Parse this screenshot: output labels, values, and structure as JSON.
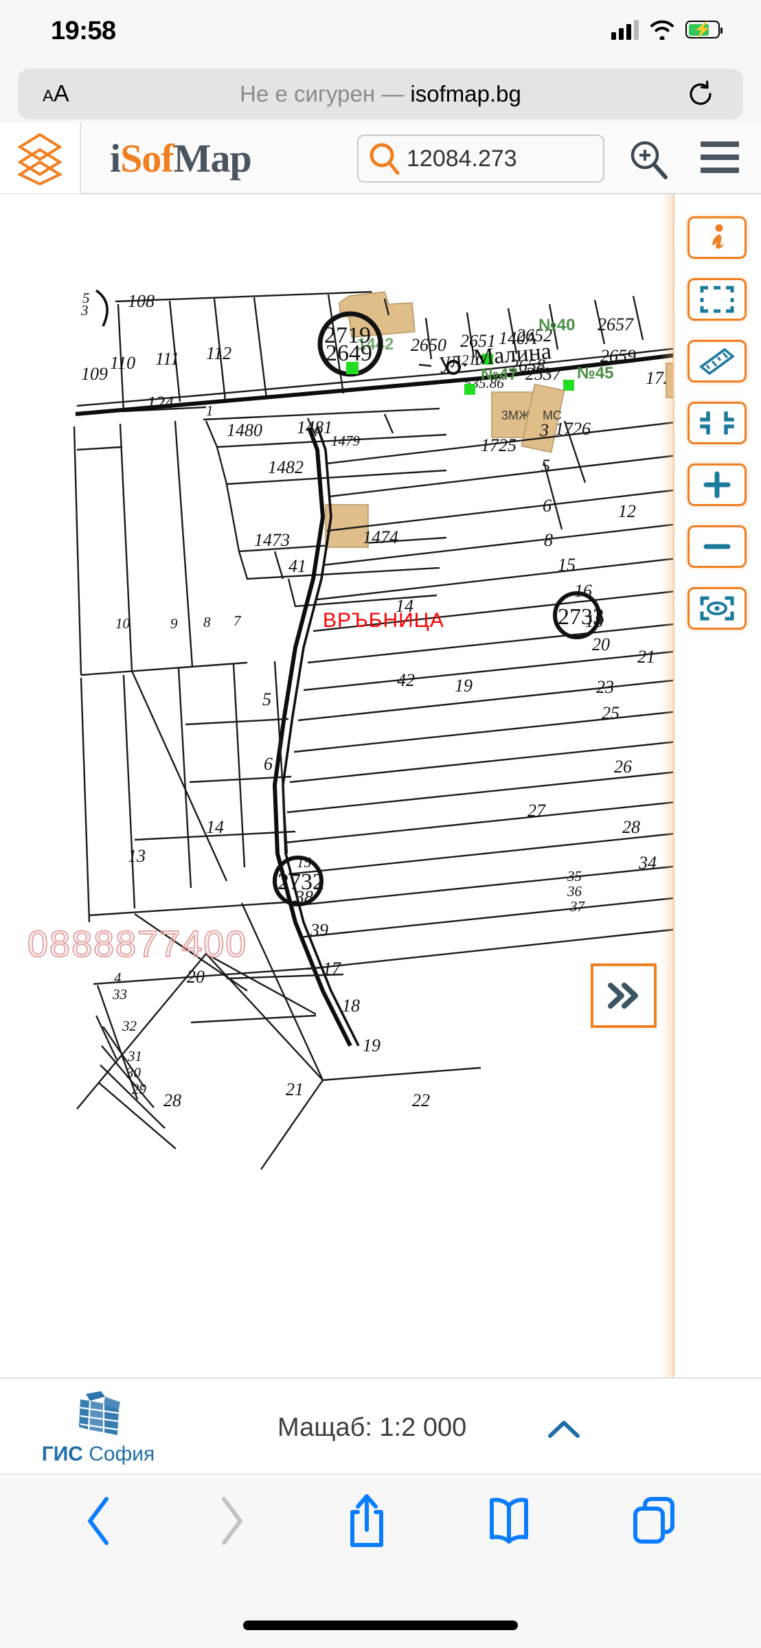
{
  "status_bar": {
    "time": "19:58",
    "signal_icon": "cellular-signal-icon",
    "wifi_icon": "wifi-icon",
    "battery_icon": "battery-charging-icon"
  },
  "browser": {
    "aa_button_label": "AA",
    "security_label": "Не е сигурен",
    "separator": "—",
    "domain": "isofmap.bg",
    "reload_icon": "reload-icon",
    "bottom_toolbar": {
      "back_icon": "back-chevron-icon",
      "forward_icon": "forward-chevron-icon",
      "share_icon": "share-icon",
      "bookmarks_icon": "bookmarks-book-icon",
      "tabs_icon": "tabs-icon"
    }
  },
  "app_header": {
    "layers_icon": "layers-icon",
    "brand": {
      "i": "i",
      "s": "S",
      "o": "o",
      "f": "f",
      "map": "Map"
    },
    "search": {
      "icon": "search-magnifier-icon",
      "value": "12084.273",
      "placeholder": "12084.273"
    },
    "zoom_search_icon": "zoom-in-magnifier-icon",
    "menu_icon": "hamburger-menu-icon"
  },
  "toolbar": {
    "buttons": [
      {
        "name": "info-button",
        "icon": "info-i-icon",
        "color": "#f07f22"
      },
      {
        "name": "select-area-button",
        "icon": "dashed-rectangle-icon",
        "color": "#1b7a9b"
      },
      {
        "name": "measure-button",
        "icon": "ruler-icon",
        "color": "#1b7a9b"
      },
      {
        "name": "fit-extent-button",
        "icon": "fit-corners-icon",
        "color": "#1b7a9b"
      },
      {
        "name": "zoom-in-button",
        "icon": "plus-icon",
        "color": "#1b7a9b"
      },
      {
        "name": "zoom-out-button",
        "icon": "minus-icon",
        "color": "#1b7a9b"
      },
      {
        "name": "locate-button",
        "icon": "target-eye-icon",
        "color": "#1b7a9b"
      }
    ],
    "accent_color": "#f07f22",
    "icon_color": "#1b7a9b"
  },
  "map_panel": {
    "expander_icon": "double-chevron-right-icon",
    "district_label": "ВРЪБНИЦА",
    "district_color": "#ff0000",
    "street_label": "ул. Малина",
    "watermark_phone": "0888877400",
    "watermark_color": "#e8a0a0",
    "elevation_label": "535.86",
    "address_markers": [
      {
        "label": "№40",
        "color": "#4a8f42"
      },
      {
        "label": "№45",
        "color": "#4a8f42"
      },
      {
        "label": "№47",
        "color": "#4a8f42"
      }
    ],
    "green_marker_color": "#22dd22",
    "building_color": "#dfbe8a",
    "building_labels": [
      "3МЖ",
      "МС"
    ],
    "circled_markers": [
      {
        "label": "2719",
        "sub": "2649"
      },
      {
        "label": "2732",
        "sub": ""
      },
      {
        "label": "2733",
        "sub": ""
      }
    ],
    "green_code": "1442",
    "parcel_numbers": [
      "108",
      "109",
      "110",
      "111",
      "112",
      "124",
      "1",
      "1480",
      "1481",
      "1479",
      "1482",
      "1473",
      "1474",
      "41",
      "2650",
      "2651",
      "2652",
      "2657",
      "2658",
      "2659",
      "2537",
      "1725",
      "1726",
      "1721",
      "210",
      "140A",
      "3",
      "5",
      "6",
      "7",
      "8",
      "9",
      "10",
      "12",
      "13",
      "14",
      "15",
      "16",
      "17",
      "18",
      "19",
      "20",
      "21",
      "22",
      "23",
      "25",
      "26",
      "27",
      "28",
      "29",
      "30",
      "31",
      "32",
      "33",
      "34",
      "35",
      "36",
      "37",
      "38",
      "39",
      "42",
      "4"
    ]
  },
  "footer": {
    "logo_icon": "gis-sofia-building-icon",
    "logo_bold": "ГИС",
    "logo_light": "София",
    "scale_label": "Мащаб: 1:2 000",
    "collapse_icon": "chevron-up-icon",
    "accent_color": "#1f6ea8"
  }
}
